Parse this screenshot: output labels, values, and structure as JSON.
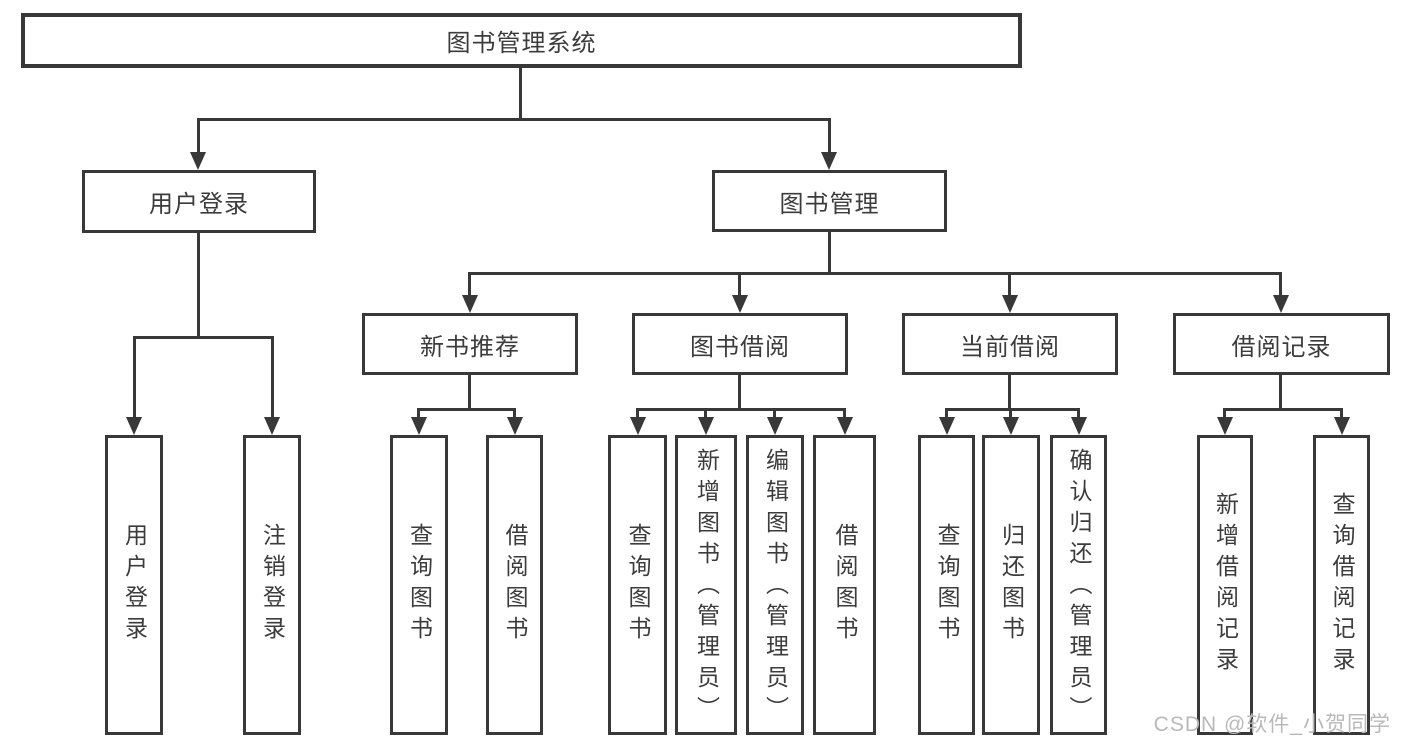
{
  "diagram": {
    "root": "图书管理系统",
    "level2": [
      {
        "label": "用户登录"
      },
      {
        "label": "图书管理"
      }
    ],
    "level3": [
      {
        "label": "新书推荐"
      },
      {
        "label": "图书借阅"
      },
      {
        "label": "当前借阅"
      },
      {
        "label": "借阅记录"
      }
    ],
    "leaves": {
      "user": [
        "用户登录",
        "注销登录"
      ],
      "recommend": [
        "查询图书",
        "借阅图书"
      ],
      "borrow": [
        "查询图书",
        "新增图书（管理员）",
        "编辑图书（管理员）",
        "借阅图书"
      ],
      "current": [
        "查询图书",
        "归还图书",
        "确认归还（管理员）"
      ],
      "records": [
        "新增借阅记录",
        "查询借阅记录"
      ]
    }
  },
  "watermark": {
    "text": "CSDN @软件_小贺同学"
  },
  "colors": {
    "line": "#383838",
    "text": "#3c3c3c",
    "watermark": "#b9b9b9",
    "background": "#ffffff"
  }
}
